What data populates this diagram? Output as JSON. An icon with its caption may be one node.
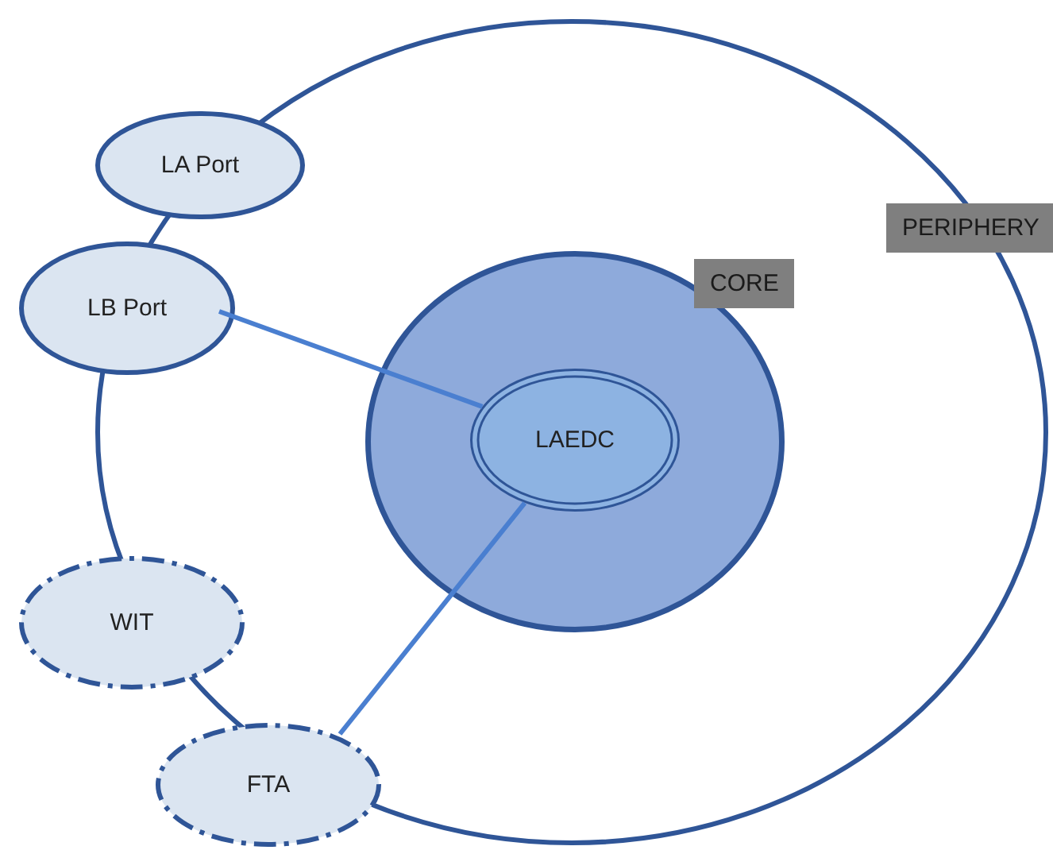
{
  "diagram": {
    "nodes": [
      {
        "text": [
          "PERIPHERY"
        ]
      },
      {
        "text": [
          "CORE"
        ],
        "in": 0
      },
      {
        "text": [
          "LAEDC"
        ],
        "in": 1
      },
      {
        "text": [
          "LA Port"
        ]
      },
      {
        "text": [
          "LB Port"
        ]
      },
      {
        "text": [
          "WIT"
        ]
      },
      {
        "text": [
          "FTA"
        ]
      }
    ],
    "edges": [
      {
        "from": 4,
        "to": 2,
        "arrow": "none"
      },
      {
        "from": 6,
        "to": 2,
        "arrow": "none"
      }
    ]
  }
}
